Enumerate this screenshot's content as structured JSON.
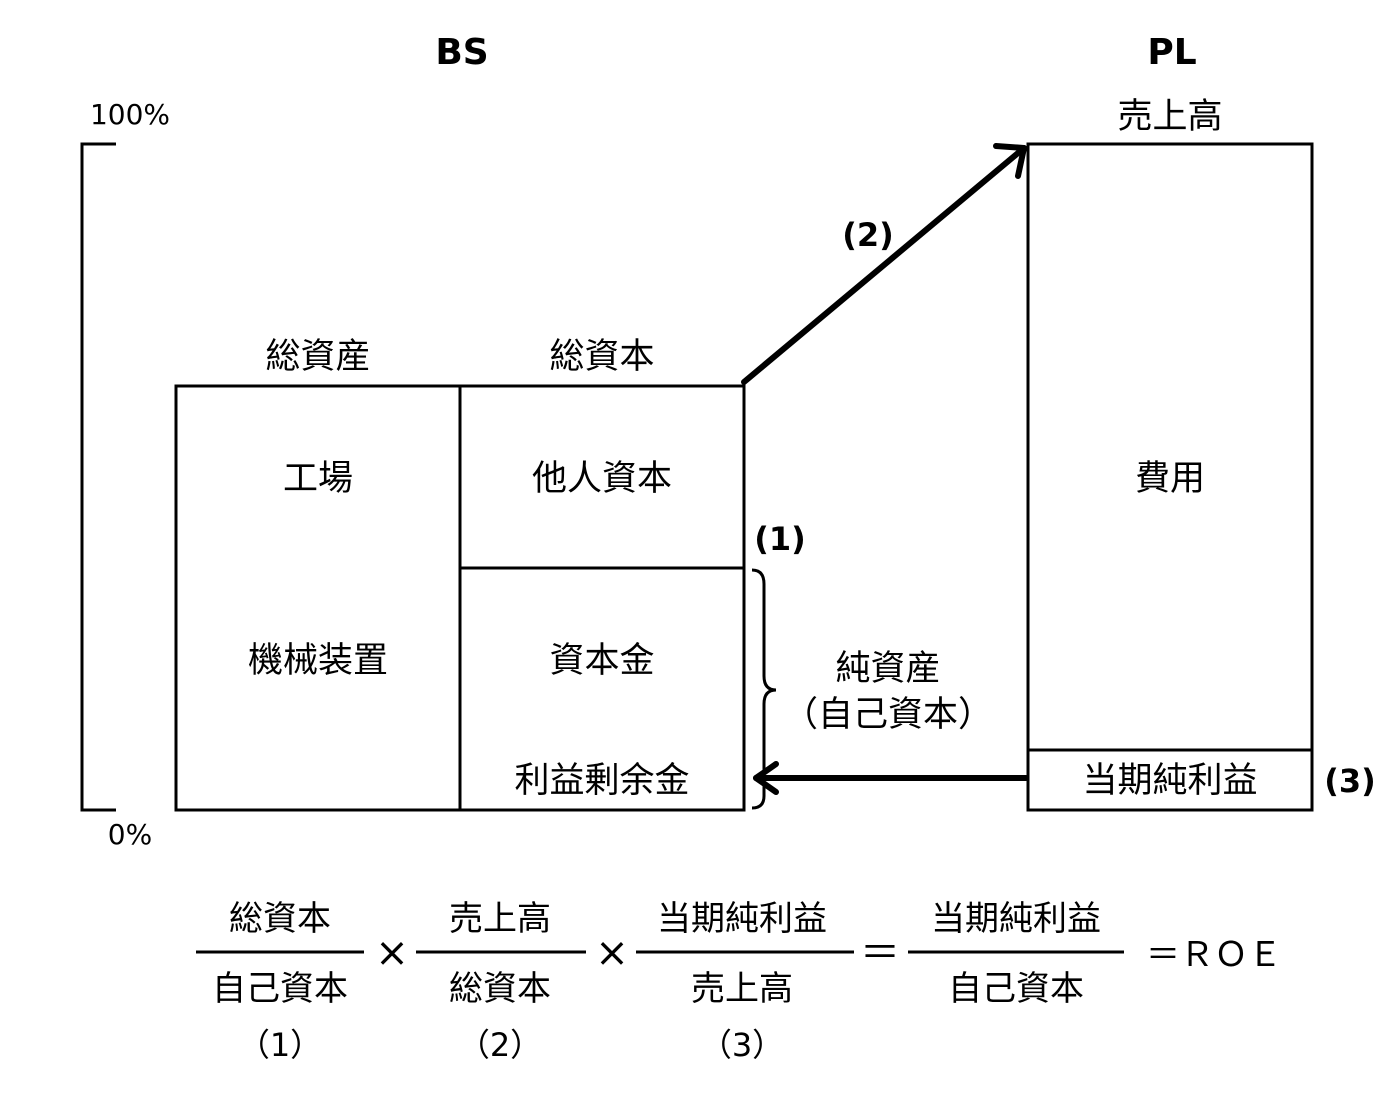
{
  "headers": {
    "bs": "BS",
    "pl": "PL"
  },
  "scale": {
    "top": "100%",
    "bottom": "0%"
  },
  "bs": {
    "assets_title": "総資産",
    "capital_title": "総資本",
    "factory": "工場",
    "machinery": "機械装置",
    "liabilities": "他人資本",
    "capital_stock": "資本金",
    "retained_earnings": "利益剰余金",
    "net_assets_line1": "純資産",
    "net_assets_line2": "（自己資本）"
  },
  "pl": {
    "sales_title": "売上高",
    "expenses": "費用",
    "net_income": "当期純利益"
  },
  "markers": {
    "m1": "(1)",
    "m2": "(2)",
    "m3": "(3)"
  },
  "formula": {
    "f1_num": "総資本",
    "f1_den": "自己資本",
    "f1_tag": "（1）",
    "times1": "×",
    "f2_num": "売上高",
    "f2_den": "総資本",
    "f2_tag": "（2）",
    "times2": "×",
    "f3_num": "当期純利益",
    "f3_den": "売上高",
    "f3_tag": "（3）",
    "equals1": "＝",
    "f4_num": "当期純利益",
    "f4_den": "自己資本",
    "result": "＝ＲＯＥ"
  }
}
